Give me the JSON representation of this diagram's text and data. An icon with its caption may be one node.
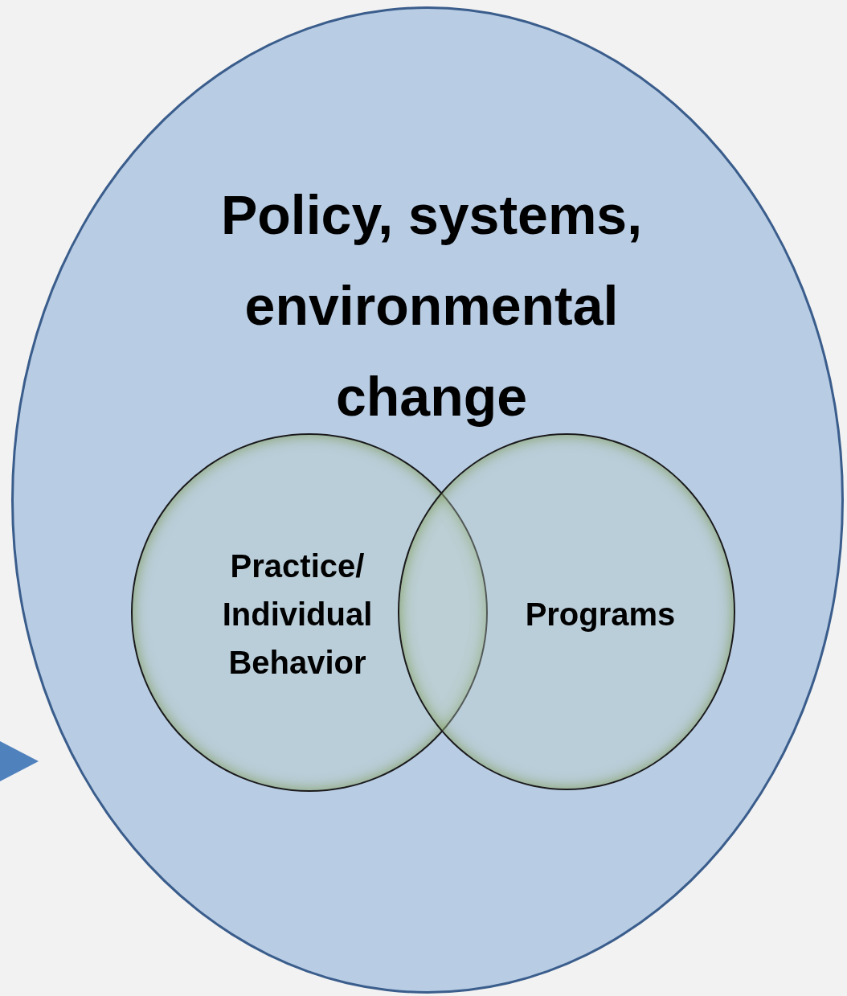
{
  "diagram": {
    "nodes": [
      {
        "text": [
          "Policy, systems, environmental change"
        ]
      },
      {
        "text": [
          "Practice/ Individual Behavior"
        ],
        "in": 0
      },
      {
        "text": [
          "Programs"
        ],
        "in": 0
      }
    ]
  }
}
